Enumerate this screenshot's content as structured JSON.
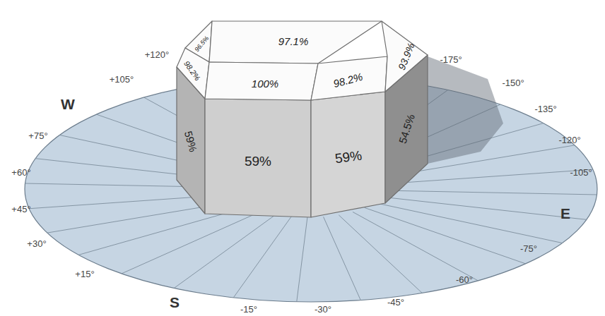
{
  "diagram": {
    "nodes": [
      {
        "text": [
          "96.5%"
        ]
      },
      {
        "text": [
          "97.1%"
        ]
      },
      {
        "text": [
          "98.2%"
        ]
      },
      {
        "text": [
          "100%"
        ]
      },
      {
        "text": [
          "98.2%"
        ]
      },
      {
        "text": [
          "93.9%"
        ]
      },
      {
        "text": [
          "59%"
        ]
      },
      {
        "text": [
          "59%"
        ]
      },
      {
        "text": [
          "59%"
        ]
      },
      {
        "text": [
          "54.5%"
        ]
      }
    ],
    "labels": [
      "+120°",
      "+105°",
      "W",
      "+75°",
      "+60°",
      "+45°",
      "+30°",
      "+15°",
      "S",
      "-15°",
      "-30°",
      "-45°",
      "-60°",
      "-75°",
      "E",
      "-105°",
      "-120°",
      "-135°",
      "-150°",
      "-175°"
    ]
  }
}
